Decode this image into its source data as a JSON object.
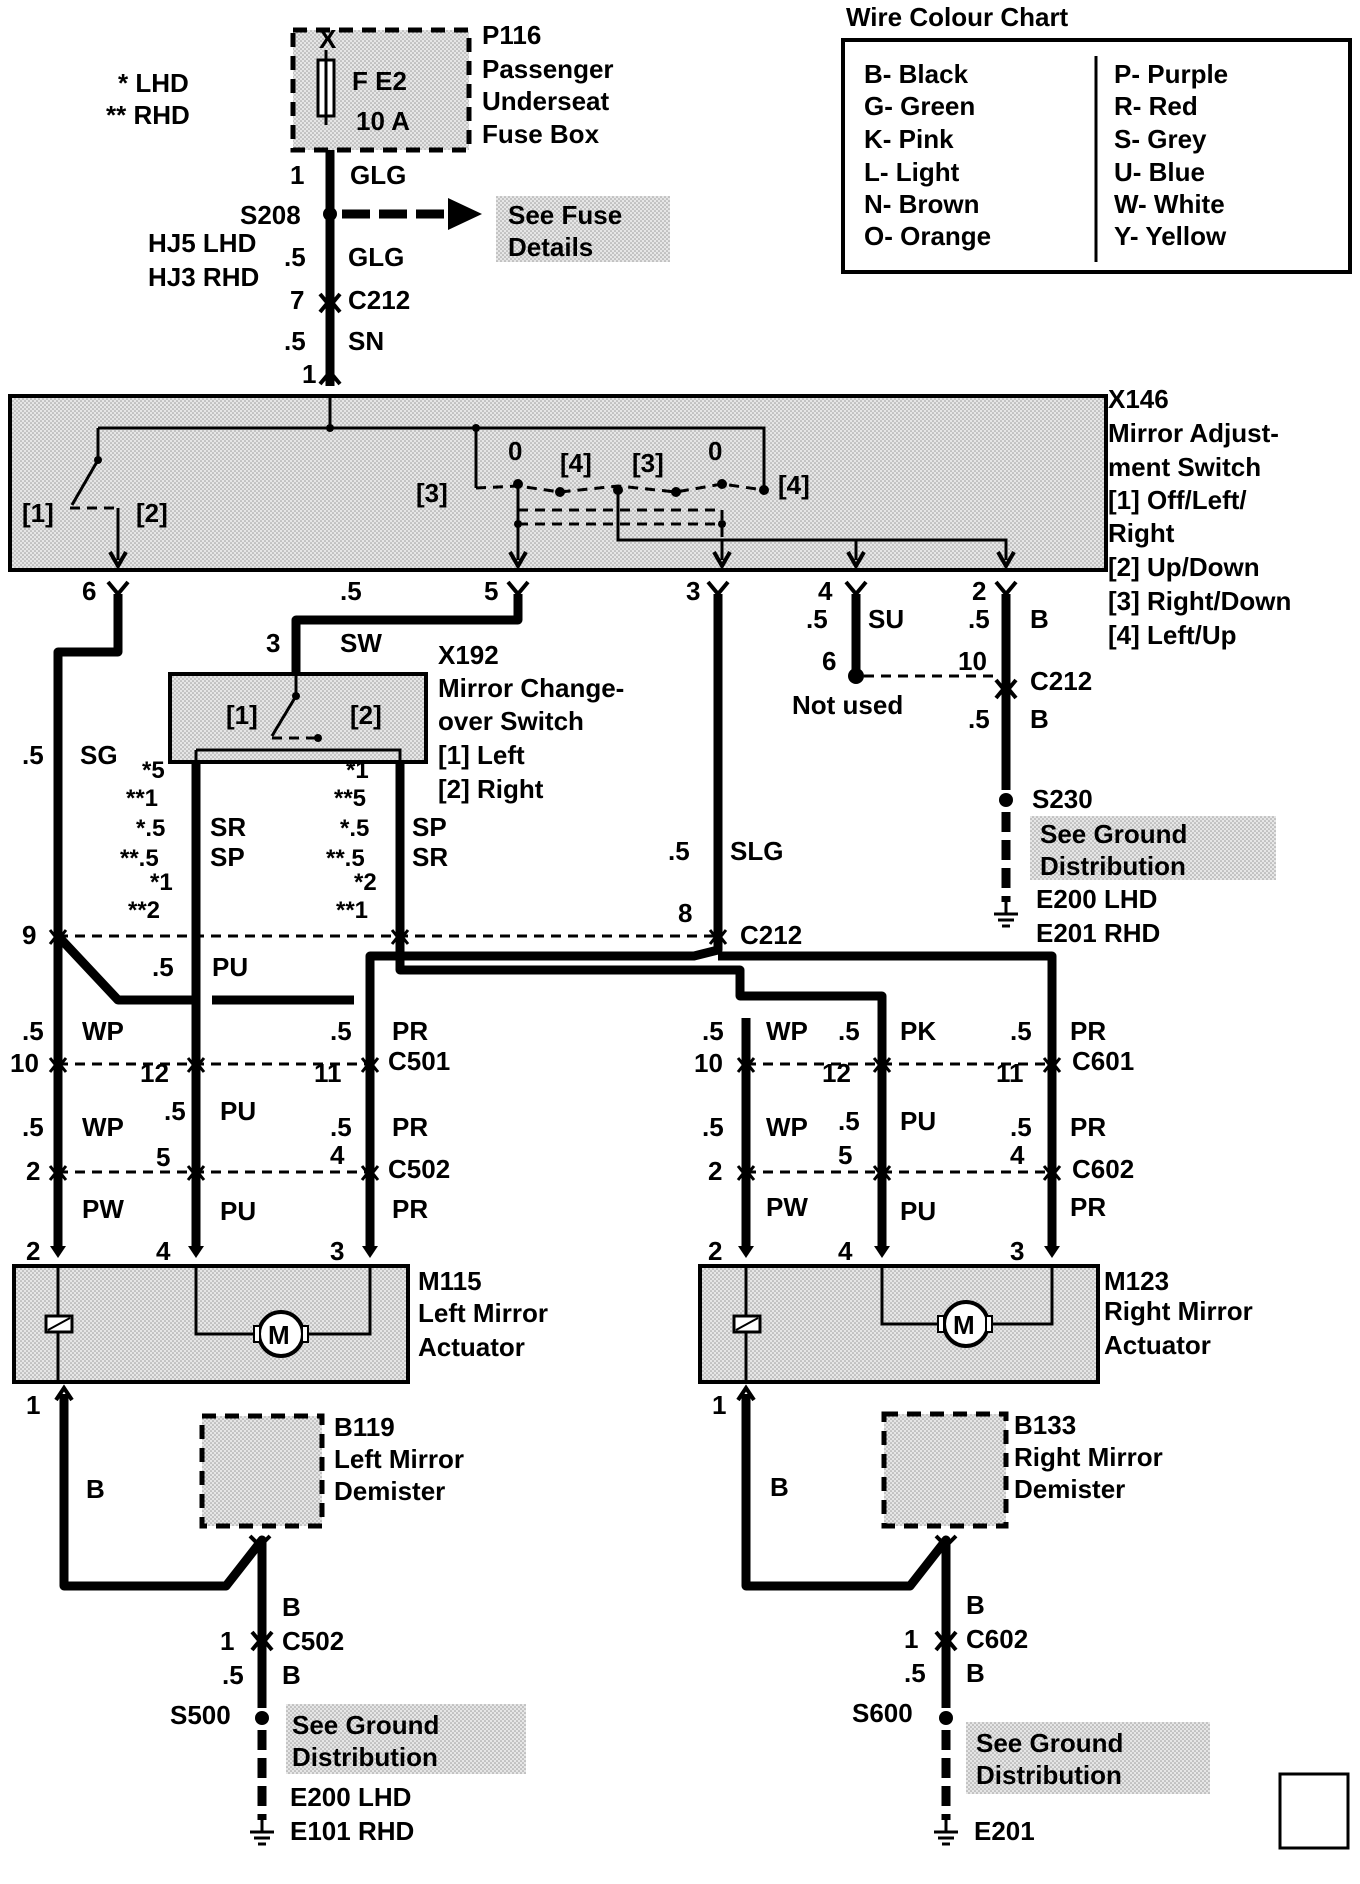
{
  "legend": {
    "lhd": "* LHD",
    "rhd": "** RHD"
  },
  "colour_chart": {
    "title": "Wire Colour Chart",
    "left": [
      "B- Black",
      "G- Green",
      "K- Pink",
      "L- Light",
      "N- Brown",
      "O- Orange"
    ],
    "right": [
      "P- Purple",
      "R- Red",
      "S- Grey",
      "U- Blue",
      "W- White",
      "Y- Yellow"
    ]
  },
  "fuse_box": {
    "id": "P116",
    "line1": "Passenger",
    "line2": "Underseat",
    "line3": "Fuse Box",
    "x": "X",
    "fuse": "F E2",
    "rating": "10 A"
  },
  "top_run": {
    "pin1": "1",
    "glg1": "GLG",
    "s208": "S208",
    "hj5": "HJ5 LHD",
    "hj3": "HJ3 RHD",
    "g05": ".5",
    "glg2": "GLG",
    "pin7": "7",
    "c212": "C212",
    "g05b": ".5",
    "sn": "SN",
    "pin1b": "1",
    "fuse_note_1": "See Fuse",
    "fuse_note_2": "Details"
  },
  "x146": {
    "id": "X146",
    "line1": "Mirror Adjust-",
    "line2": "ment Switch",
    "line3": "[1]  Off/Left/",
    "line4": "Right",
    "line5": "[2]  Up/Down",
    "line6": "[3]  Right/Down",
    "line7": "[4]  Left/Up",
    "c1": "[1]",
    "c2": "[2]",
    "c3": "[3]",
    "c0a": "0",
    "c4": "[4]",
    "c3b": "[3]",
    "c0b": "0",
    "c4b": "[4]"
  },
  "x146_pins": {
    "p6": "6",
    "p5": "5",
    "p5g": ".5",
    "p3": "3",
    "p4": "4",
    "p2": "2",
    "g4": ".5",
    "su": "SU",
    "g2": ".5",
    "b": "B",
    "p6b": "6",
    "p10": "10",
    "c212": "C212",
    "g_after": ".5",
    "b2": "B",
    "not_used": "Not used"
  },
  "x192": {
    "pin3": "3",
    "sw": "SW",
    "id": "X192",
    "line1": "Mirror Change-",
    "line2": "over Switch",
    "line3": "[1]  Left",
    "line4": "[2]  Right",
    "c1": "[1]",
    "c2": "[2]"
  },
  "ground_right_top": {
    "s230": "S230",
    "note1": "See Ground",
    "note2": "Distribution",
    "e200": "E200  LHD",
    "e201": "E201  RHD"
  },
  "mid_left": {
    "g_sg": ".5",
    "sg": "SG",
    "a1": "*5",
    "a2": "**1",
    "a3": "*.5",
    "sr": "SR",
    "a4": "**.5",
    "sp": "SP",
    "a5": "*1",
    "a6": "**2",
    "b1": "*1",
    "b2": "**5",
    "b3": "*.5",
    "sp2": "SP",
    "b4": "**.5",
    "sr2": "SR",
    "b5": "*2",
    "b6": "**1",
    "g_slg": ".5",
    "slg": "SLG",
    "p8": "8",
    "p9": "9",
    "c212": "C212",
    "g_pu": ".5",
    "pu": "PU"
  },
  "left_lower": {
    "g1": ".5",
    "wp": "WP",
    "g2": ".5",
    "pr": "PR",
    "p10": "10",
    "p12": "12",
    "p11": "11",
    "c501": "C501",
    "g3": ".5",
    "wp2": "WP",
    "g4": ".5",
    "pu": "PU",
    "g5": ".5",
    "pr2": "PR",
    "p2": "2",
    "p5": "5",
    "p4": "4",
    "c502": "C502",
    "pw": "PW",
    "pu2": "PU",
    "pr3": "PR",
    "m2": "2",
    "m4": "4",
    "m3": "3"
  },
  "right_lower": {
    "g1": ".5",
    "wp": "WP",
    "g2": ".5",
    "pk": "PK",
    "g3": ".5",
    "pr": "PR",
    "p10": "10",
    "p12": "12",
    "p11": "11",
    "c601": "C601",
    "g4": ".5",
    "wp2": "WP",
    "g5": ".5",
    "pu": "PU",
    "g6": ".5",
    "pr2": "PR",
    "p2": "2",
    "p5": "5",
    "p4": "4",
    "c602": "C602",
    "pw": "PW",
    "pu2": "PU",
    "pr3": "PR",
    "m2": "2",
    "m4": "4",
    "m3": "3"
  },
  "m115": {
    "id": "M115",
    "line1": "Left Mirror",
    "line2": "Actuator",
    "motor": "M"
  },
  "m123": {
    "id": "M123",
    "line1": "Right Mirror",
    "line2": "Actuator",
    "motor": "M"
  },
  "b119": {
    "id": "B119",
    "line1": "Left Mirror",
    "line2": "Demister"
  },
  "b133": {
    "id": "B133",
    "line1": "Right Mirror",
    "line2": "Demister"
  },
  "left_bottom": {
    "p1": "1",
    "b": "B",
    "b2": "B",
    "p1b": "1",
    "c502": "C502",
    "g": ".5",
    "b3": "B",
    "s500": "S500",
    "note1": "See Ground",
    "note2": "Distribution",
    "e200": "E200  LHD",
    "e101": "E101  RHD"
  },
  "right_bottom": {
    "p1": "1",
    "b": "B",
    "b2": "B",
    "p1b": "1",
    "c602": "C602",
    "g": ".5",
    "b3": "B",
    "s600": "S600",
    "note1": "See Ground",
    "note2": "Distribution",
    "e201": "E201"
  }
}
